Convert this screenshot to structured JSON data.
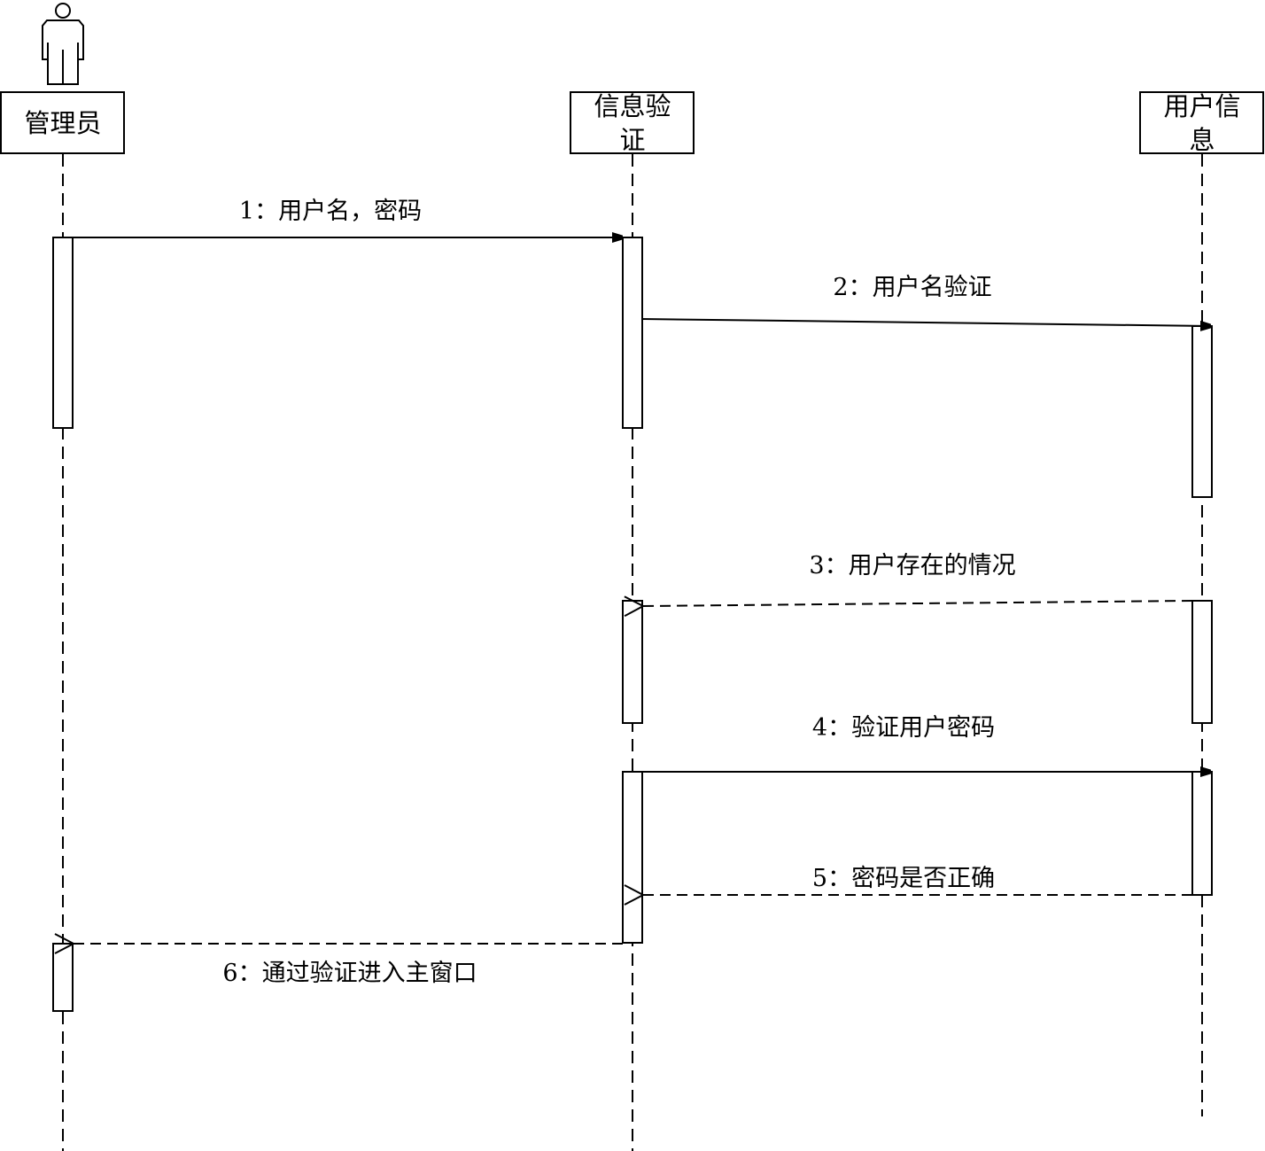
{
  "diagram": {
    "type": "sequence",
    "lifelines": [
      {
        "id": "admin",
        "label_lines": [
          "管理员"
        ],
        "is_actor": true
      },
      {
        "id": "verify",
        "label_lines": [
          "信息验",
          "证"
        ],
        "is_actor": false
      },
      {
        "id": "userinfo",
        "label_lines": [
          "用户信",
          "息"
        ],
        "is_actor": false
      }
    ],
    "messages": [
      {
        "label": "1：用户名，密码",
        "from": "admin",
        "to": "verify",
        "kind": "sync"
      },
      {
        "label": "2：用户名验证",
        "from": "verify",
        "to": "userinfo",
        "kind": "sync"
      },
      {
        "label": "3：用户存在的情况",
        "from": "userinfo",
        "to": "verify",
        "kind": "return"
      },
      {
        "label": "4：验证用户密码",
        "from": "verify",
        "to": "userinfo",
        "kind": "sync"
      },
      {
        "label": "5：密码是否正确",
        "from": "userinfo",
        "to": "verify",
        "kind": "return"
      },
      {
        "label": "6：通过验证进入主窗口",
        "from": "verify",
        "to": "admin",
        "kind": "return"
      }
    ]
  }
}
